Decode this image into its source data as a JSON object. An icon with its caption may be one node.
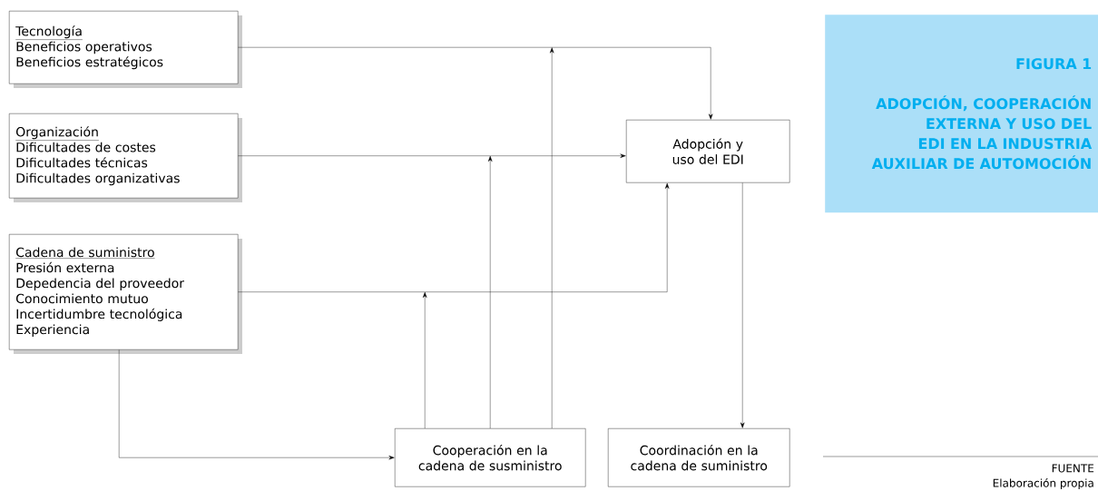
{
  "diagram": {
    "nodes": [
      {
        "text": [
          "Tecnología",
          "Beneficios operativos",
          "Beneficios estratégicos"
        ]
      },
      {
        "text": [
          "Organización",
          "Dificultades de costes",
          "Dificultades técnicas",
          "Dificultades organizativas"
        ]
      },
      {
        "text": [
          "Cadena de suministro",
          "Presión externa",
          "Depedencia del proveedor",
          "Conocimiento mutuo",
          "Incertidumbre tecnológica",
          "Experiencia"
        ]
      },
      {
        "text": [
          "Adopción y uso del EDI"
        ]
      },
      {
        "text": [
          "Cooperación en la cadena de susministro"
        ]
      },
      {
        "text": [
          "Coordinación en la cadena de suministro"
        ]
      },
      {
        "text": [
          "FIGURA 1",
          "ADOPCIÓN, COOPERACIÓN EXTERNA Y USO DEL EDI EN LA INDUSTRIA AUXILIAR DE AUTOMOCIÓN"
        ]
      }
    ],
    "edges": [
      {
        "from": 0,
        "to": 3,
        "arrow": "to"
      },
      {
        "from": 1,
        "to": 3,
        "arrow": "to"
      },
      {
        "from": 2,
        "to": 3,
        "arrow": "to"
      },
      {
        "from": 2,
        "to": 4,
        "arrow": "to"
      },
      {
        "from": 4,
        "to": null,
        "arrow": "to"
      },
      {
        "from": 4,
        "to": null,
        "arrow": "to"
      },
      {
        "from": 4,
        "to": null,
        "arrow": "to"
      },
      {
        "from": 3,
        "to": 5,
        "arrow": "to"
      }
    ],
    "labels": [
      "FUENTE",
      "Elaboración propia"
    ]
  }
}
